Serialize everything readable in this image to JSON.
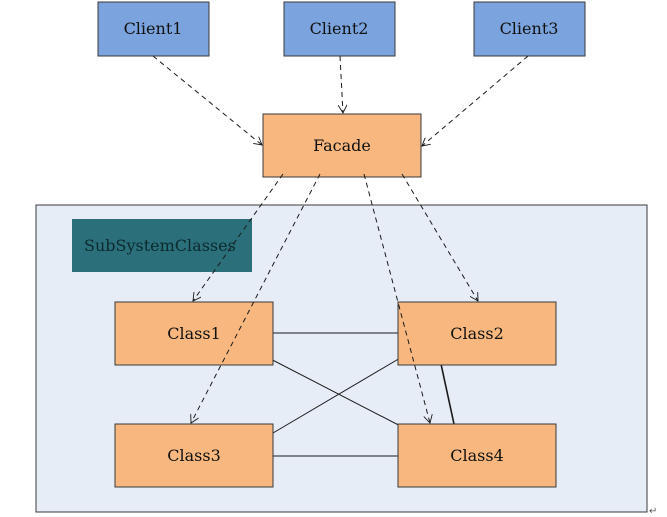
{
  "colors": {
    "client": "#7ba3dd",
    "facade": "#f7b77e",
    "class": "#f7b77e",
    "subsystem_bg": "#e7edf7",
    "subsystem_label_bg": "#2b6f7b",
    "border": "#3a3a3a"
  },
  "clients": [
    "Client1",
    "Client2",
    "Client3"
  ],
  "facade": {
    "label": "Facade"
  },
  "subsystem": {
    "label": "SubSystemClasses",
    "classes": [
      "Class1",
      "Class2",
      "Class3",
      "Class4"
    ]
  },
  "corner_mark": "↵"
}
